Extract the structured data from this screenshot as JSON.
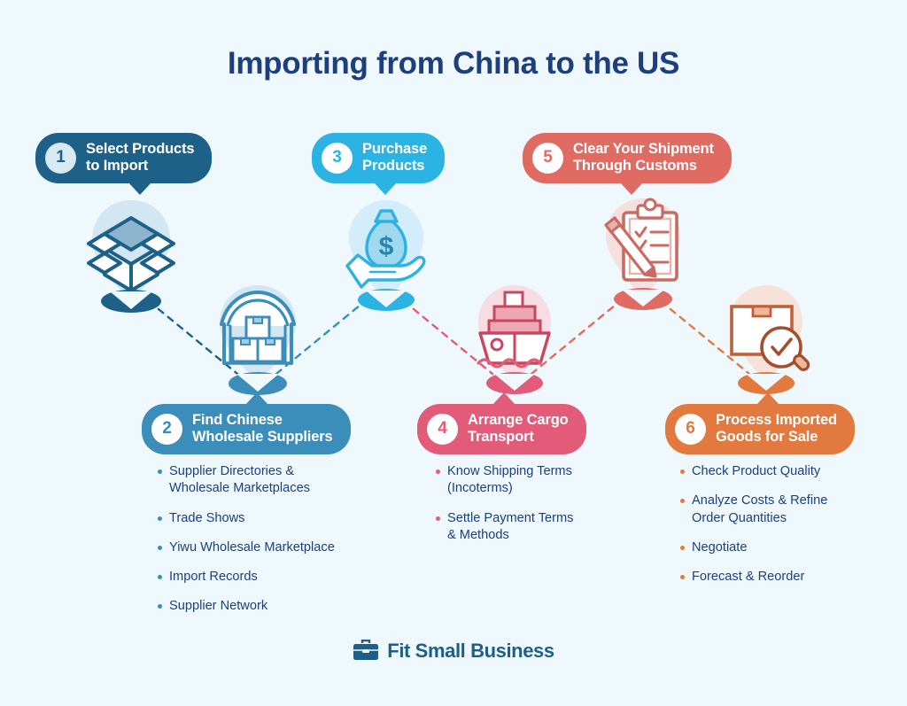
{
  "page": {
    "title": "Importing from China to the US",
    "background_color": "#eff8fc",
    "title_color": "#1d3f7e"
  },
  "footer": {
    "brand": "Fit Small Business",
    "icon": "briefcase-icon",
    "color": "#1d5f86"
  },
  "steps": [
    {
      "number": "1",
      "label": "Select Products\nto Import",
      "color": "#1d6189",
      "badge_color": "#d7e9f2",
      "badge_text_color": "#1d6189",
      "icon": "open-box-icon",
      "bullets": []
    },
    {
      "number": "2",
      "label": "Find Chinese\nWholesale Suppliers",
      "color": "#3b8dba",
      "badge_color": "#ffffff",
      "badge_text_color": "#3b8dba",
      "icon": "warehouse-boxes-icon",
      "bullets": [
        "Supplier Directories &\nWholesale Marketplaces",
        "Trade Shows",
        "Yiwu Wholesale Marketplace",
        "Import Records",
        "Supplier Network"
      ]
    },
    {
      "number": "3",
      "label": "Purchase\nProducts",
      "color": "#2bb3e3",
      "badge_color": "#ffffff",
      "badge_text_color": "#2bb3e3",
      "icon": "money-bag-hand-icon",
      "bullets": []
    },
    {
      "number": "4",
      "label": "Arrange Cargo\nTransport",
      "color": "#e25b79",
      "badge_color": "#ffffff",
      "badge_text_color": "#e25b79",
      "icon": "cargo-ship-icon",
      "bullets": [
        "Know Shipping Terms\n(Incoterms)",
        "Settle Payment Terms\n& Methods"
      ]
    },
    {
      "number": "5",
      "label": "Clear Your Shipment\nThrough Customs",
      "color": "#df6b63",
      "badge_color": "#ffffff",
      "badge_text_color": "#df6b63",
      "icon": "clipboard-checklist-pencil-icon",
      "bullets": []
    },
    {
      "number": "6",
      "label": "Process Imported\nGoods for Sale",
      "color": "#e2793f",
      "badge_color": "#ffffff",
      "badge_text_color": "#e2793f",
      "icon": "box-magnifier-check-icon",
      "bullets": [
        "Check Product Quality",
        "Analyze Costs & Refine\nOrder Quantities",
        "Negotiate",
        "Forecast & Reorder"
      ]
    }
  ],
  "connectors": [
    {
      "from": "1",
      "to": "2",
      "color": "#1d6189",
      "style": "dashed"
    },
    {
      "from": "2",
      "to": "3",
      "color": "#3b8dba",
      "style": "dashed"
    },
    {
      "from": "3",
      "to": "4",
      "color": "#e25b79",
      "style": "dashed"
    },
    {
      "from": "4",
      "to": "5",
      "color": "#df6b63",
      "style": "dashed"
    },
    {
      "from": "5",
      "to": "6",
      "color": "#e2793f",
      "style": "dashed"
    }
  ]
}
